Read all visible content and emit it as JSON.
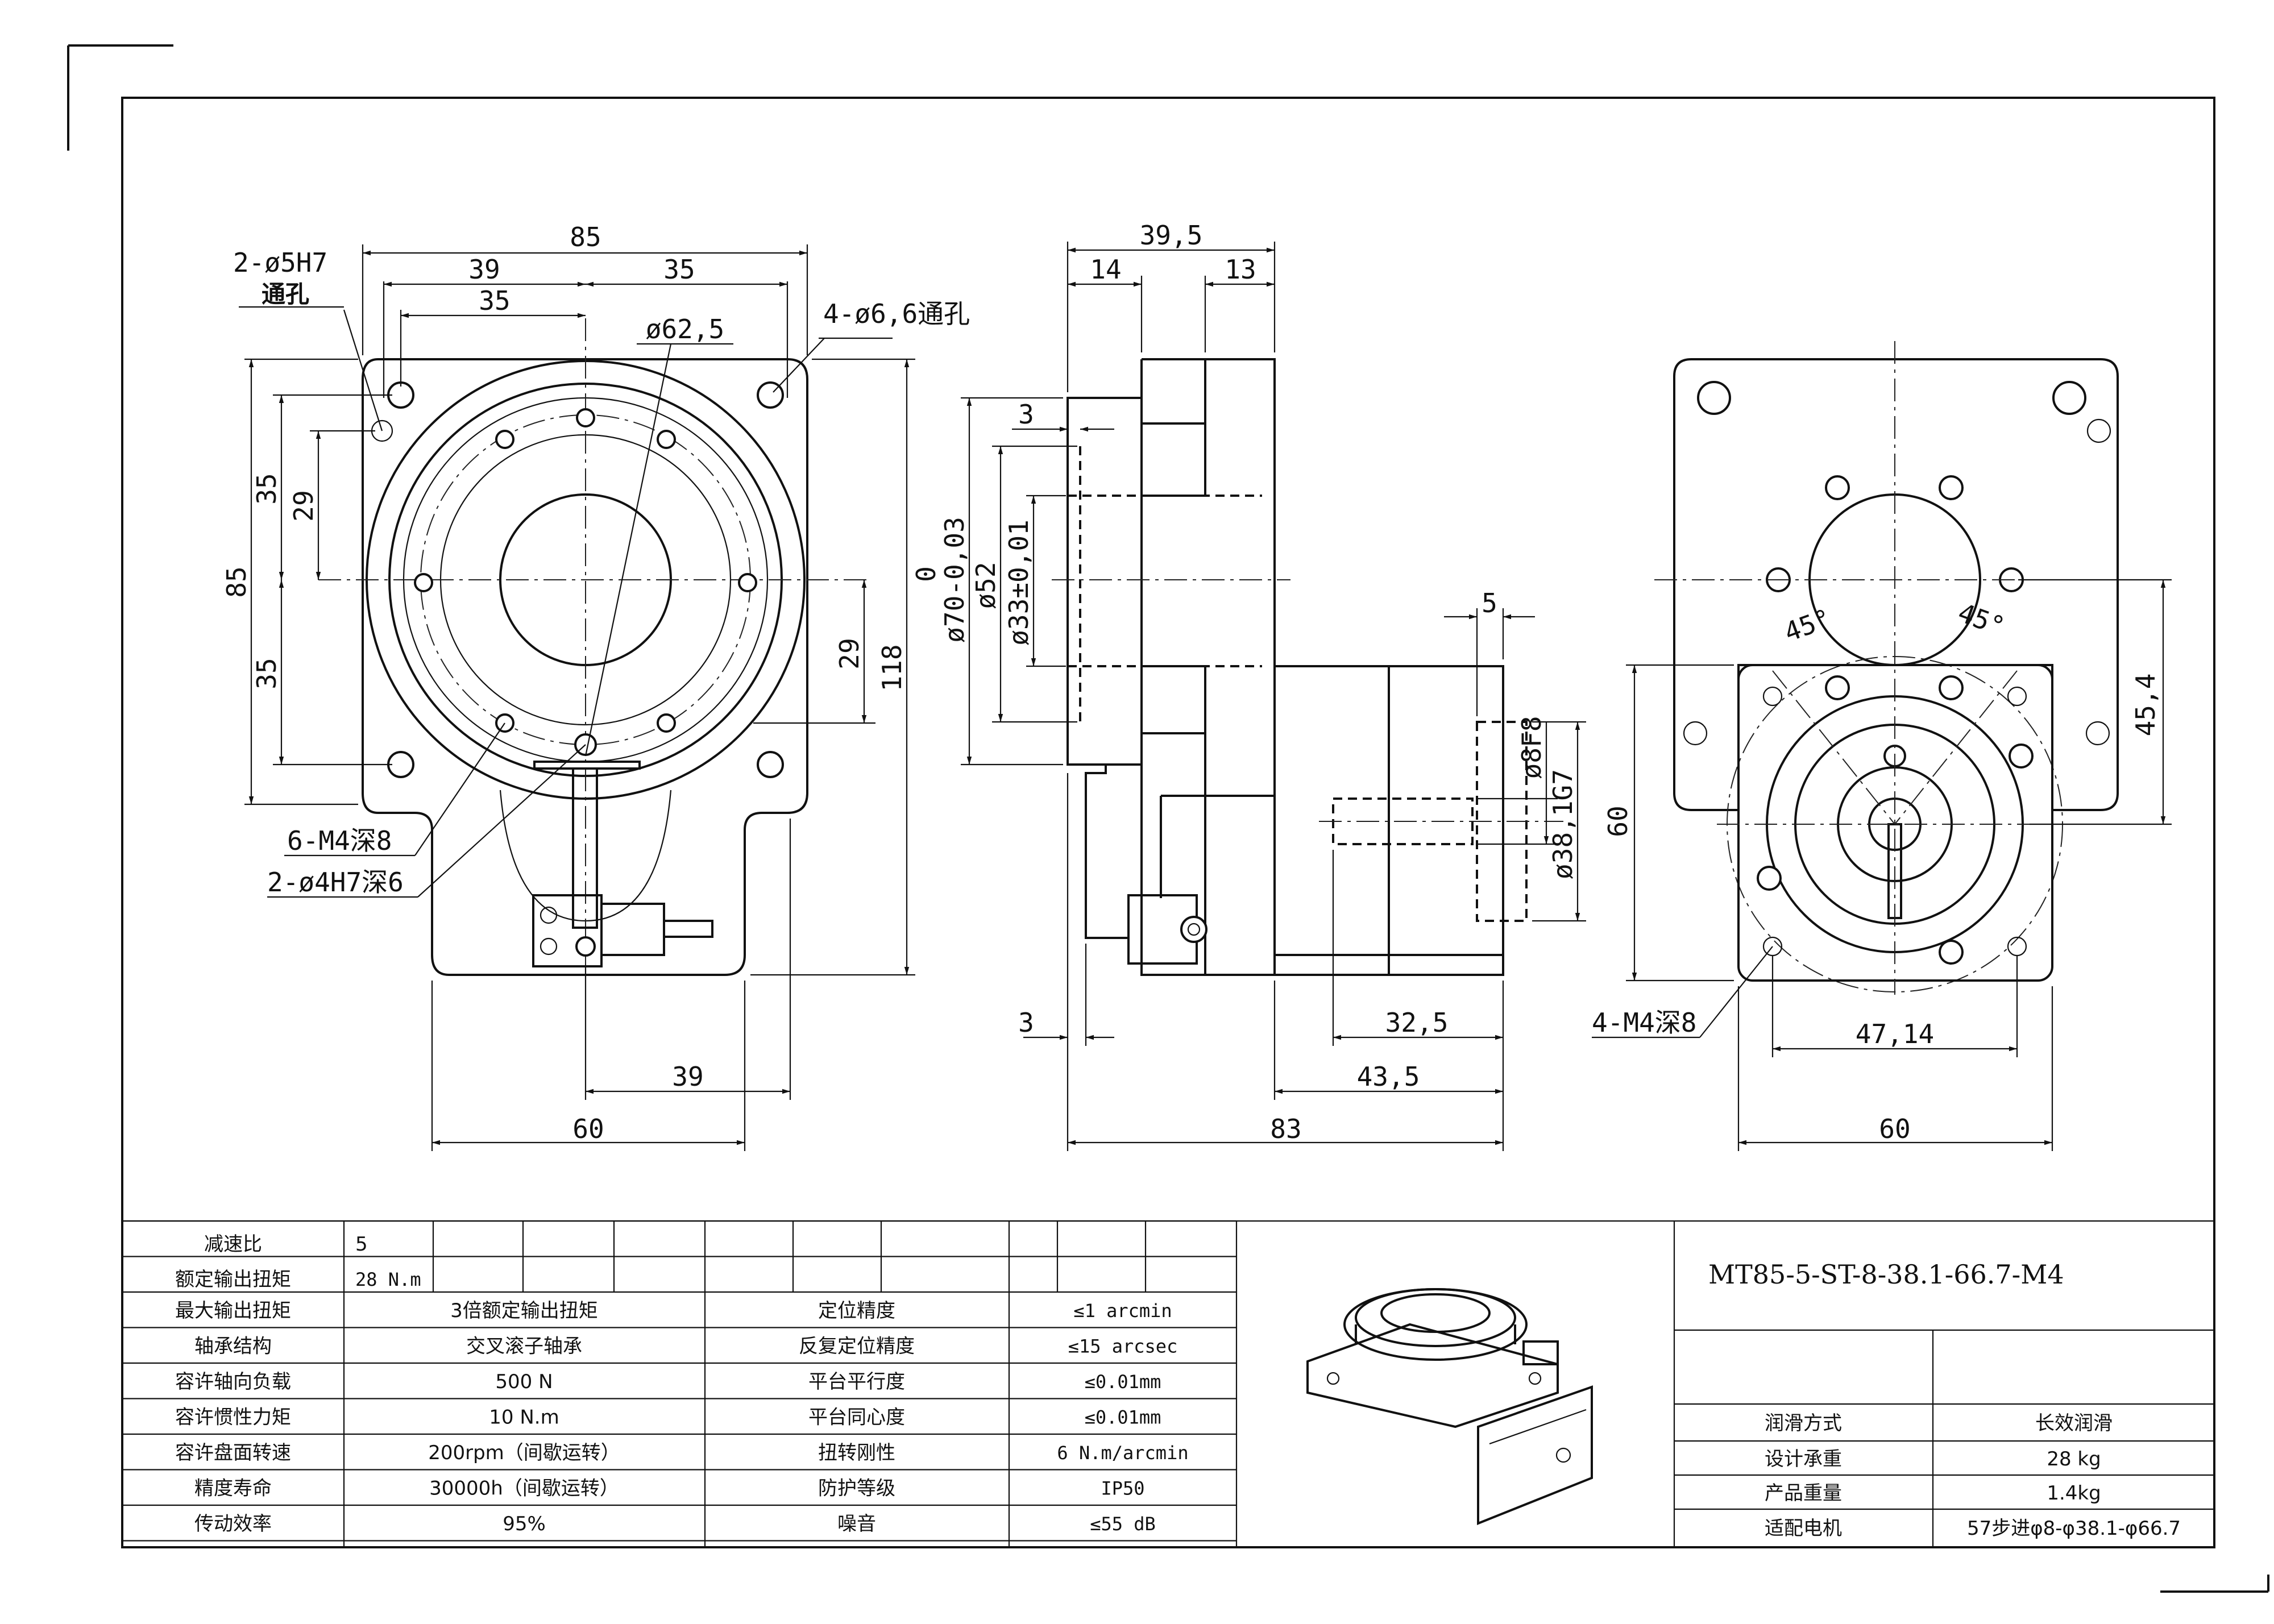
{
  "model_code": "MT85-5-ST-8-38.1-66.7-M4",
  "front_view": {
    "dims": {
      "width_85": "85",
      "w39": "39",
      "w35a": "35",
      "w35b": "35",
      "pcd": "ø62,5",
      "h85": "85",
      "h35a": "35",
      "h35b": "35",
      "h29a": "29",
      "h29b": "29",
      "h118": "118",
      "b39": "39",
      "b60": "60"
    },
    "callouts": {
      "pin_holes": "2-ø5H7",
      "through": "通孔",
      "mount_holes": "4-ø6,6通孔",
      "threads": "6-M4深8",
      "pins": "2-ø4H7深6"
    }
  },
  "side_view": {
    "dims": {
      "top_39_5": "39,5",
      "t14": "14",
      "t13": "13",
      "d3_top": "3",
      "d70": "ø70-0,03",
      "d70_upper": "0",
      "d52": "ø52",
      "d33": "ø33±0,01",
      "d5": "5",
      "d8": "ø8F8",
      "d38": "ø38,1G7",
      "d3_bot": "3",
      "d32_5": "32,5",
      "d43_5": "43,5",
      "d83": "83"
    }
  },
  "rear_view": {
    "dims": {
      "a45_left": "45°",
      "a45_right": "45°",
      "d45_4": "45,4",
      "d60v": "60",
      "d47_14": "47,14",
      "d60h": "60"
    },
    "callouts": {
      "threads": "4-M4深8"
    }
  },
  "spec_table": {
    "left": [
      {
        "label": "减速比",
        "value": "5"
      },
      {
        "label": "额定输出扭矩",
        "value": "28 N.m"
      }
    ],
    "rows": [
      {
        "label": "最大输出扭矩",
        "value": "3倍额定输出扭矩",
        "label2": "定位精度",
        "value2": "≤1 arcmin"
      },
      {
        "label": "轴承结构",
        "value": "交叉滚子轴承",
        "label2": "反复定位精度",
        "value2": "≤15 arcsec"
      },
      {
        "label": "容许轴向负载",
        "value": "500 N",
        "label2": "平台平行度",
        "value2": "≤0.01mm"
      },
      {
        "label": "容许惯性力矩",
        "value": "10 N.m",
        "label2": "平台同心度",
        "value2": "≤0.01mm"
      },
      {
        "label": "容许盘面转速",
        "value": "200rpm（间歇运转）",
        "label2": "扭转刚性",
        "value2": "6 N.m/arcmin"
      },
      {
        "label": "精度寿命",
        "value": "30000h（间歇运转）",
        "label2": "防护等级",
        "value2": "IP50"
      },
      {
        "label": "传动效率",
        "value": "95%",
        "label2": "噪音",
        "value2": "≤55 dB"
      }
    ]
  },
  "info_table": [
    {
      "label": "润滑方式",
      "value": "长效润滑"
    },
    {
      "label": "设计承重",
      "value": "28 kg"
    },
    {
      "label": "产品重量",
      "value": "1.4kg"
    },
    {
      "label": "适配电机",
      "value": "57步进φ8-φ38.1-φ66.7"
    }
  ]
}
